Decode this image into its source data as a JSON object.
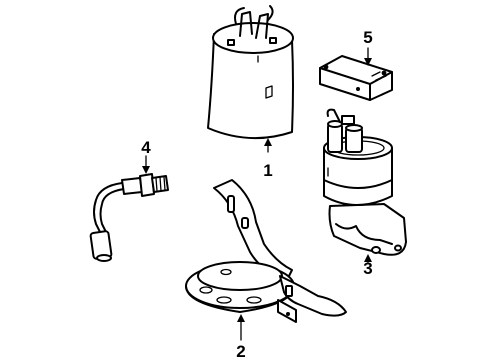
{
  "parts": [
    {
      "number": "1",
      "component": "canister"
    },
    {
      "number": "2",
      "component": "mounting-bracket"
    },
    {
      "number": "3",
      "component": "egr-valve"
    },
    {
      "number": "4",
      "component": "oxygen-sensor"
    },
    {
      "number": "5",
      "component": "control-module"
    }
  ],
  "colors": {
    "line": "#000000",
    "background": "#ffffff"
  }
}
